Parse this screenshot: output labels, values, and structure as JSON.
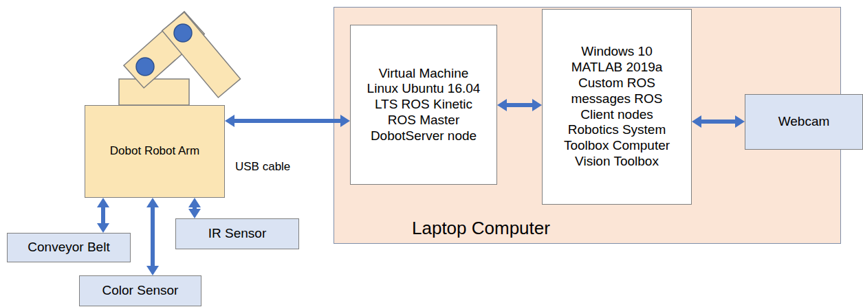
{
  "diagram": {
    "nodes": [
      {
        "text": [
          "Dobot Robot Arm"
        ]
      },
      {
        "text": [
          "Laptop Computer"
        ]
      },
      {
        "text": [
          "Virtual Machine Linux Ubuntu 16.04 LTS ROS Kinetic ROS Master DobotServer node"
        ],
        "in": 1
      },
      {
        "text": [
          "Windows 10 MATLAB 2019a Custom ROS messages ROS Client nodes Robotics System Toolbox Computer Vision Toolbox"
        ],
        "in": 1
      },
      {
        "text": [
          "Webcam"
        ]
      },
      {
        "text": [
          "Conveyor Belt"
        ]
      },
      {
        "text": [
          "Color Sensor"
        ]
      },
      {
        "text": [
          "IR Sensor"
        ]
      }
    ],
    "edges": [
      {
        "from": 0,
        "to": 2,
        "arrow": "both",
        "label": "USB cable"
      },
      {
        "from": 2,
        "to": 3,
        "arrow": "both"
      },
      {
        "from": 3,
        "to": 4,
        "arrow": "both"
      },
      {
        "from": 0,
        "to": 5,
        "arrow": "both"
      },
      {
        "from": 0,
        "to": 6,
        "arrow": "both"
      },
      {
        "from": 0,
        "to": 7,
        "arrow": "both"
      }
    ]
  }
}
